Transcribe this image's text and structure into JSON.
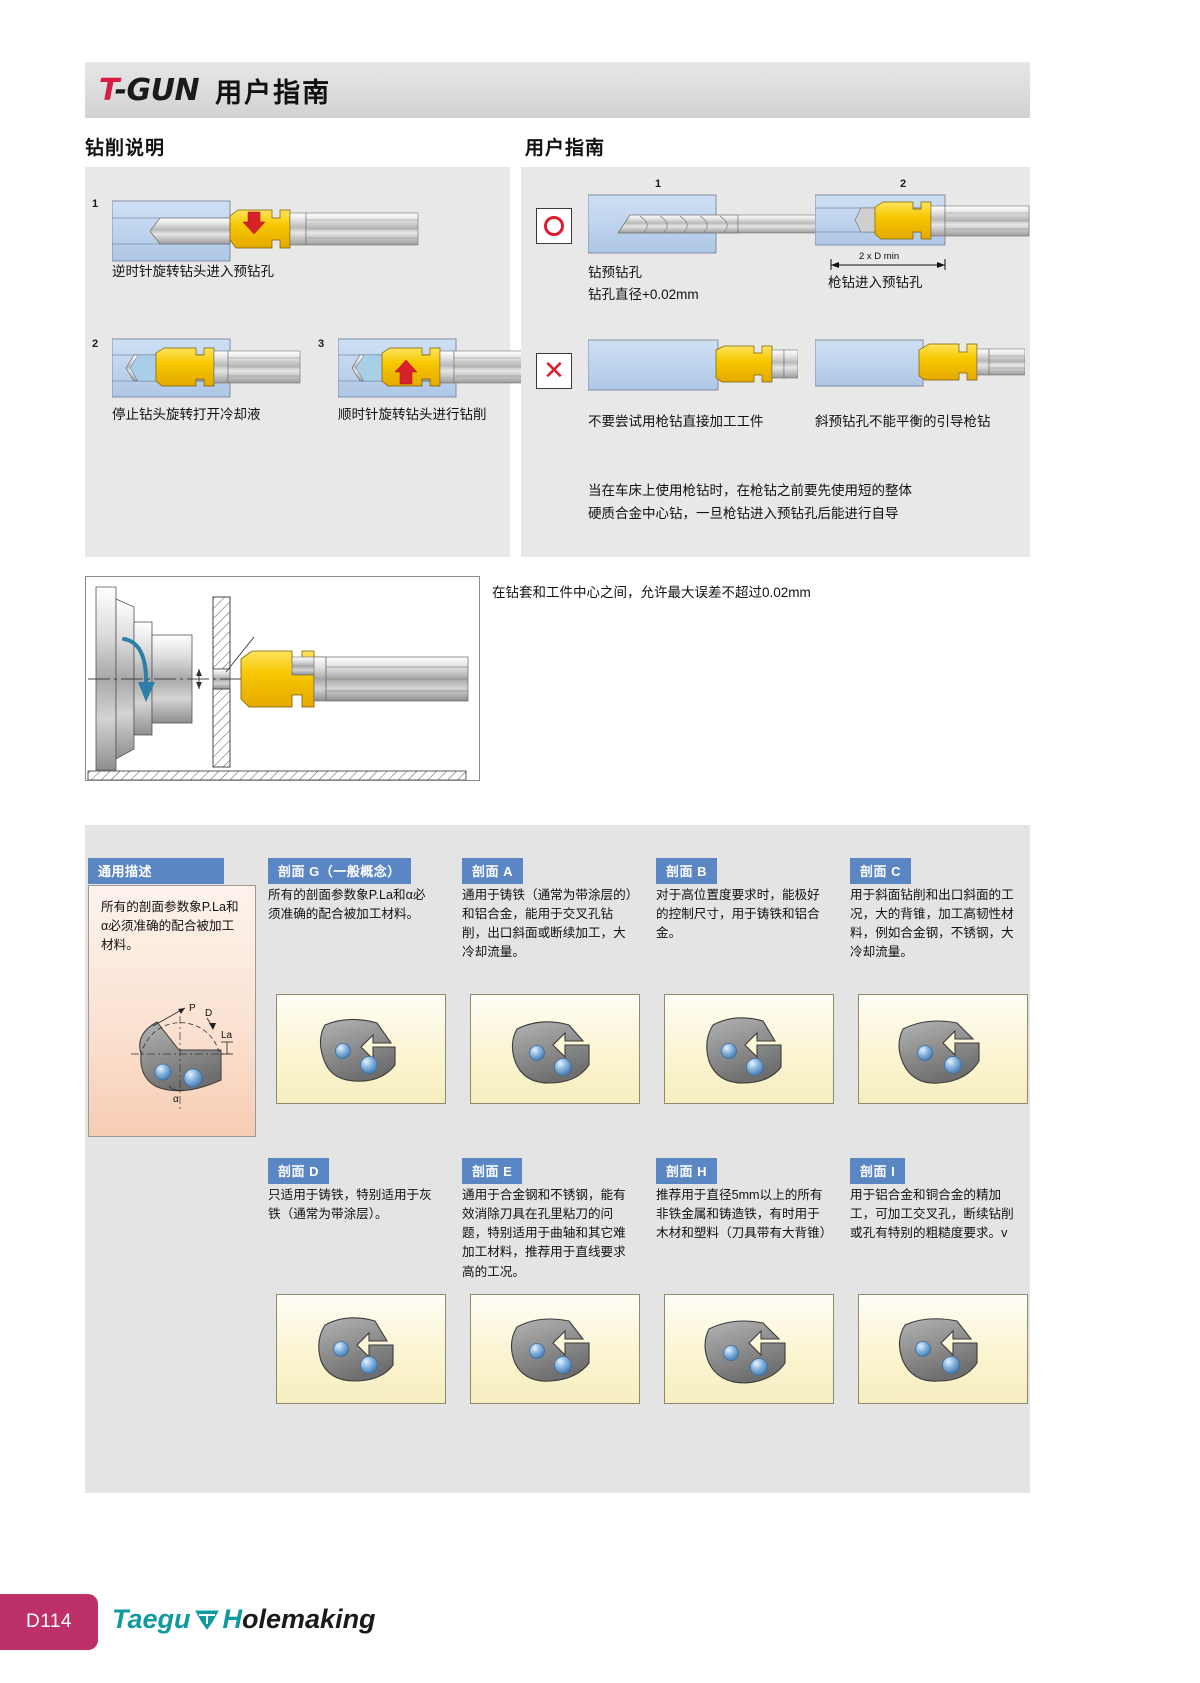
{
  "header": {
    "logo_t": "T",
    "logo_rest": "-GUN",
    "title": "用户指南"
  },
  "sections": {
    "left_title": "钻削说明",
    "right_title": "用户指南"
  },
  "drilling_steps": [
    {
      "num": "1",
      "caption": "逆时针旋转钻头进入预钻孔"
    },
    {
      "num": "2",
      "caption": "停止钻头旋转打开冷却液"
    },
    {
      "num": "3",
      "caption": "顺时针旋转钻头进行钻削"
    }
  ],
  "guide": {
    "ok_mark": "○",
    "x_mark": "✕",
    "good": [
      {
        "num": "1",
        "caption_line1": "钻预钻孔",
        "caption_line2": "钻孔直径+0.02mm"
      },
      {
        "num": "2",
        "caption_line1": "枪钻进入预钻孔",
        "dim_label": "2 x D min"
      }
    ],
    "bad": [
      {
        "caption": "不要尝试用枪钻直接加工工件"
      },
      {
        "caption": "斜预钻孔不能平衡的引导枪钻"
      }
    ],
    "note_line1": "当在车床上使用枪钻时，在枪钻之前要先使用短的整体",
    "note_line2": "硬质合金中心钻，一旦枪钻进入预钻孔后能进行自导"
  },
  "mid": {
    "note": "在钻套和工件中心之间，允许最大误差不超过0.02mm"
  },
  "profiles": {
    "general": {
      "tag": "通用描述",
      "text": "所有的剖面参数象P.La和α必须准确的配合被加工材料。",
      "labels": {
        "p": "P",
        "d": "D",
        "la": "La",
        "alpha": "α"
      }
    },
    "row1": [
      {
        "tag": "剖面 G（一般概念）",
        "text": "所有的剖面参数象P.La和α必须准确的配合被加工材料。",
        "shape": "G"
      },
      {
        "tag": "剖面 A",
        "text": "通用于铸铁（通常为带涂层的）和铝合金，能用于交叉孔钻削，出口斜面或断续加工，大冷却流量。",
        "shape": "A"
      },
      {
        "tag": "剖面 B",
        "text": "对于高位置度要求时，能极好的控制尺寸，用于铸铁和铝合金。",
        "shape": "B"
      },
      {
        "tag": "剖面 C",
        "text": "用于斜面钻削和出口斜面的工况，大的背锥，加工高韧性材料，例如合金钢，不锈钢，大冷却流量。",
        "shape": "C"
      }
    ],
    "row2": [
      {
        "tag": "剖面 D",
        "text": "只适用于铸铁，特别适用于灰铁（通常为带涂层）。",
        "shape": "D"
      },
      {
        "tag": "剖面 E",
        "text": "通用于合金钢和不锈钢，能有效消除刀具在孔里粘刀的问题，特别适用于曲轴和其它难加工材料，推荐用于直线要求高的工况。",
        "shape": "E"
      },
      {
        "tag": "剖面 H",
        "text": "推荐用于直径5mm以上的所有非铁金属和铸造铁，有时用于木材和塑料（刀具带有大背锥）",
        "shape": "H"
      },
      {
        "tag": "剖面 I",
        "text": "用于铝合金和铜合金的精加工，可加工交叉孔，断续钻削或孔有特别的粗糙度要求。v",
        "shape": "I"
      }
    ]
  },
  "footer": {
    "page": "D114",
    "brand_taegu": "Taegu",
    "brand_hole": "H",
    "brand_making": "olemaking"
  },
  "colors": {
    "accent_red": "#d81b45",
    "tag_blue": "#5b86c4",
    "panel_gray": "#e8e8e8",
    "footer_pink": "#bd3068",
    "teal": "#0f9aa0",
    "insert_yellow": "#f5c400",
    "workpiece_blue": "#b9cfeb"
  }
}
